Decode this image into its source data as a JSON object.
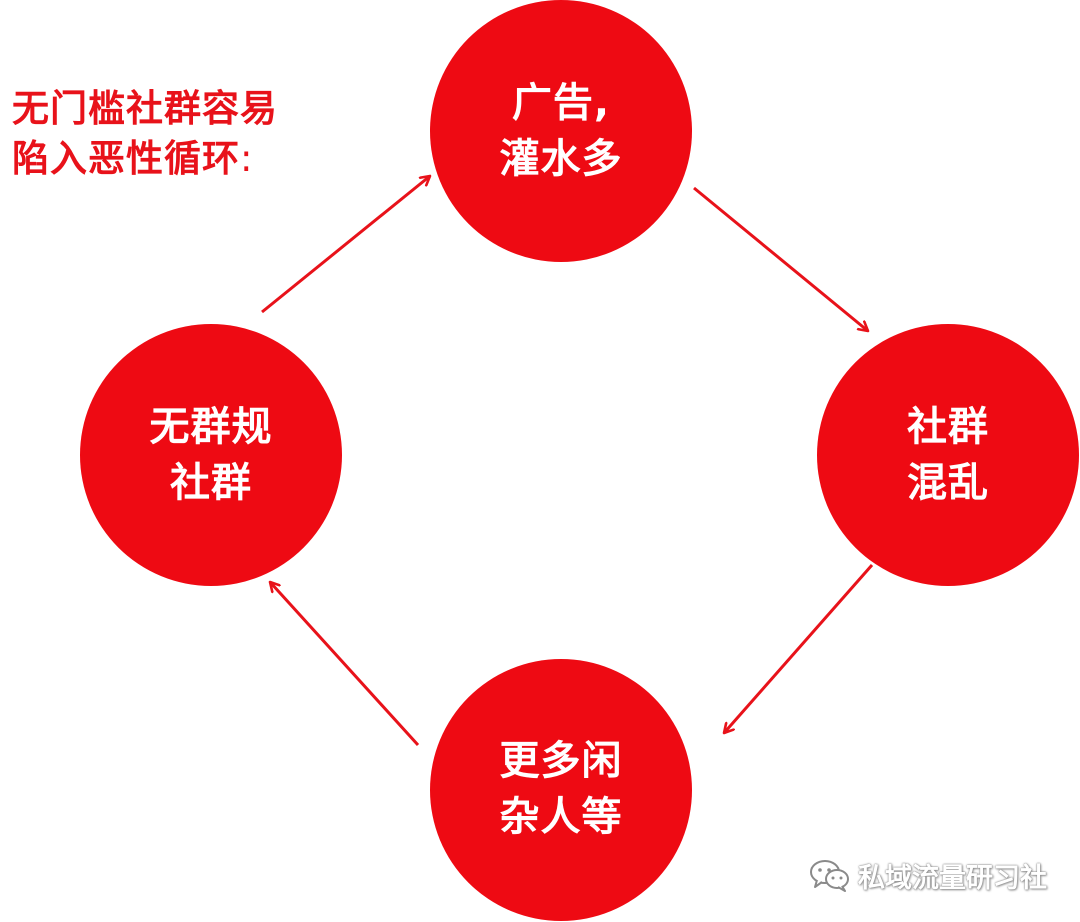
{
  "title": {
    "line1": "无门槛社群容易",
    "line2": "陷入恶性循环",
    "colon": ":"
  },
  "nodes": {
    "top": {
      "line1": "广告,",
      "line2": "灌水多"
    },
    "right": {
      "line1": "社群",
      "line2": "混乱"
    },
    "bottom": {
      "line1": "更多闲",
      "line2": "杂人等"
    },
    "left": {
      "line1": "无群规",
      "line2": "社群"
    }
  },
  "watermark": {
    "icon": "wechat-icon",
    "text": "私域流量研习社"
  },
  "colors": {
    "node_fill": "#ee0a13",
    "arrow": "#e8121a",
    "title": "#e8121a"
  }
}
